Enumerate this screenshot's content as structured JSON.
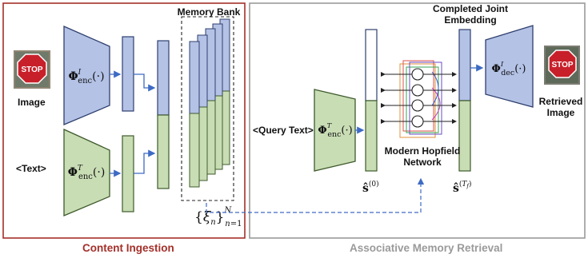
{
  "panels": {
    "left_title": "Content Ingestion",
    "right_title": "Associative Memory Retrieval",
    "left_color": "#a3302a",
    "right_color": "#9a9a9a"
  },
  "colors": {
    "image_blue": "#b4c2e6",
    "text_green": "#c9ddb5",
    "arrow_blue": "#3d6bc4",
    "stop_red": "#c8202a"
  },
  "labels": {
    "image": "Image",
    "text": "<Text>",
    "memory_bank": "Memory Bank",
    "memory_set": "{ξn}N n=1",
    "query_text": "<Query Text>",
    "state_initial": "ŝ(0)",
    "hopfield_line1": "Modern Hopfield",
    "hopfield_line2": "Network",
    "completed_line1": "Completed Joint",
    "completed_line2": "Embedding",
    "state_final": "ŝ(Tf)",
    "retrieved_line1": "Retrieved",
    "retrieved_line2": "Image",
    "stop_sign_text": "STOP"
  },
  "encoders": {
    "image_encoder": "ΦIenc(·)",
    "text_encoder_left": "ΦTenc(·)",
    "text_encoder_right": "ΦTenc(·)",
    "image_decoder": "ΦIdec(·)"
  },
  "icons": [
    "stop-sign-image",
    "stop-sign-retrieved-image"
  ]
}
